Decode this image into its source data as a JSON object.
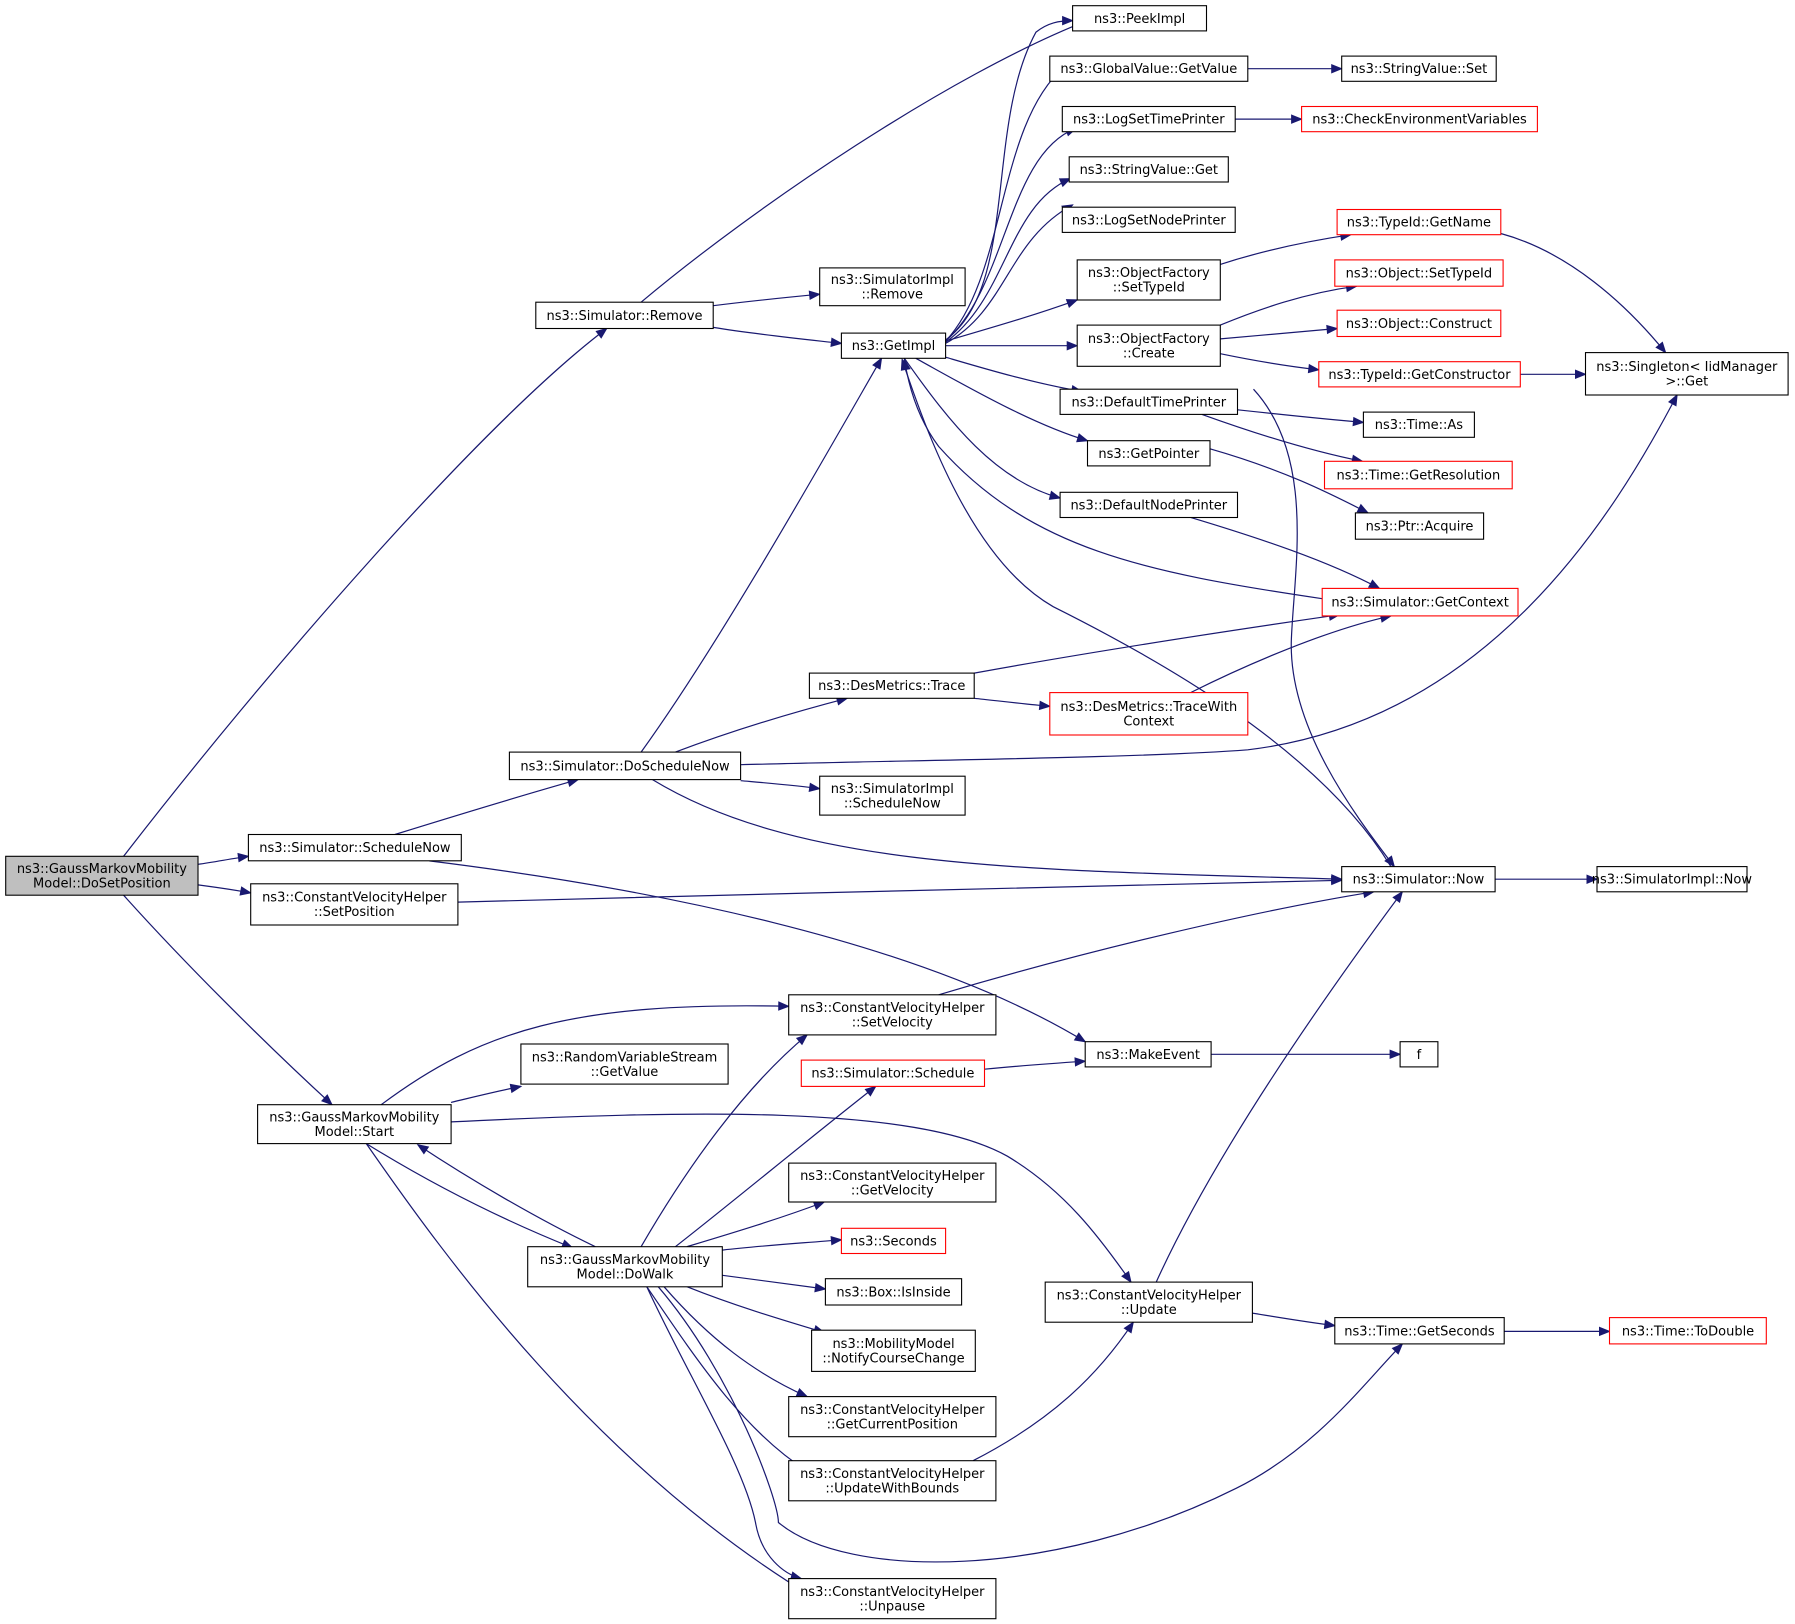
{
  "diagram": {
    "type": "call-graph",
    "colors": {
      "edge": "#191970",
      "node_border": "#000000",
      "truncated_border": "#ff0000",
      "root_fill": "#bfbfbf",
      "background": "#ffffff"
    },
    "nodes": [
      {
        "id": "root",
        "lines": [
          "ns3::GaussMarkovMobility",
          "Model::DoSetPosition"
        ],
        "root": true
      },
      {
        "id": "sim_remove",
        "lines": [
          "ns3::Simulator::Remove"
        ]
      },
      {
        "id": "sim_schedulenow",
        "lines": [
          "ns3::Simulator::ScheduleNow"
        ]
      },
      {
        "id": "cvh_setposition",
        "lines": [
          "ns3::ConstantVelocityHelper",
          "::SetPosition"
        ]
      },
      {
        "id": "gm_start",
        "lines": [
          "ns3::GaussMarkovMobility",
          "Model::Start"
        ]
      },
      {
        "id": "sim_doschedulenow",
        "lines": [
          "ns3::Simulator::DoScheduleNow"
        ]
      },
      {
        "id": "gm_dowalk",
        "lines": [
          "ns3::GaussMarkovMobility",
          "Model::DoWalk"
        ]
      },
      {
        "id": "rvs_getvalue",
        "lines": [
          "ns3::RandomVariableStream",
          "::GetValue"
        ]
      },
      {
        "id": "peekimpl",
        "lines": [
          "ns3::PeekImpl"
        ]
      },
      {
        "id": "simimpl_remove",
        "lines": [
          "ns3::SimulatorImpl",
          "::Remove"
        ]
      },
      {
        "id": "getimpl",
        "lines": [
          "ns3::GetImpl"
        ]
      },
      {
        "id": "desmetrics_trace",
        "lines": [
          "ns3::DesMetrics::Trace"
        ]
      },
      {
        "id": "simimpl_schedulenow",
        "lines": [
          "ns3::SimulatorImpl",
          "::ScheduleNow"
        ]
      },
      {
        "id": "cvh_setvelocity",
        "lines": [
          "ns3::ConstantVelocityHelper",
          "::SetVelocity"
        ]
      },
      {
        "id": "sim_schedule",
        "lines": [
          "ns3::Simulator::Schedule"
        ],
        "truncated": true
      },
      {
        "id": "cvh_getvelocity",
        "lines": [
          "ns3::ConstantVelocityHelper",
          "::GetVelocity"
        ]
      },
      {
        "id": "seconds",
        "lines": [
          "ns3::Seconds"
        ],
        "truncated": true
      },
      {
        "id": "box_isinside",
        "lines": [
          "ns3::Box::IsInside"
        ]
      },
      {
        "id": "mm_notify",
        "lines": [
          "ns3::MobilityModel",
          "::NotifyCourseChange"
        ]
      },
      {
        "id": "cvh_getcurrentposition",
        "lines": [
          "ns3::ConstantVelocityHelper",
          "::GetCurrentPosition"
        ]
      },
      {
        "id": "cvh_updatewithbounds",
        "lines": [
          "ns3::ConstantVelocityHelper",
          "::UpdateWithBounds"
        ]
      },
      {
        "id": "cvh_unpause",
        "lines": [
          "ns3::ConstantVelocityHelper",
          "::Unpause"
        ]
      },
      {
        "id": "gv_getvalue",
        "lines": [
          "ns3::GlobalValue::GetValue"
        ]
      },
      {
        "id": "logsettimeprinter",
        "lines": [
          "ns3::LogSetTimePrinter"
        ]
      },
      {
        "id": "stringvalue_get",
        "lines": [
          "ns3::StringValue::Get"
        ]
      },
      {
        "id": "logsetnodeprinter",
        "lines": [
          "ns3::LogSetNodePrinter"
        ]
      },
      {
        "id": "of_settypeid",
        "lines": [
          "ns3::ObjectFactory",
          "::SetTypeId"
        ]
      },
      {
        "id": "of_create",
        "lines": [
          "ns3::ObjectFactory",
          "::Create"
        ]
      },
      {
        "id": "defaulttimeprinter",
        "lines": [
          "ns3::DefaultTimePrinter"
        ]
      },
      {
        "id": "getpointer",
        "lines": [
          "ns3::GetPointer"
        ]
      },
      {
        "id": "defaultnodeprinter",
        "lines": [
          "ns3::DefaultNodePrinter"
        ]
      },
      {
        "id": "desmetrics_tracewithcontext",
        "lines": [
          "ns3::DesMetrics::TraceWith",
          "Context"
        ],
        "truncated": true
      },
      {
        "id": "makeevent",
        "lines": [
          "ns3::MakeEvent"
        ]
      },
      {
        "id": "cvh_update",
        "lines": [
          "ns3::ConstantVelocityHelper",
          "::Update"
        ]
      },
      {
        "id": "stringvalue_set",
        "lines": [
          "ns3::StringValue::Set"
        ]
      },
      {
        "id": "checkenv",
        "lines": [
          "ns3::CheckEnvironmentVariables"
        ],
        "truncated": true
      },
      {
        "id": "typeid_getname",
        "lines": [
          "ns3::TypeId::GetName"
        ],
        "truncated": true
      },
      {
        "id": "object_settypeid",
        "lines": [
          "ns3::Object::SetTypeId"
        ],
        "truncated": true
      },
      {
        "id": "object_construct",
        "lines": [
          "ns3::Object::Construct"
        ],
        "truncated": true
      },
      {
        "id": "typeid_getconstructor",
        "lines": [
          "ns3::TypeId::GetConstructor"
        ],
        "truncated": true
      },
      {
        "id": "time_as",
        "lines": [
          "ns3::Time::As"
        ]
      },
      {
        "id": "time_getresolution",
        "lines": [
          "ns3::Time::GetResolution"
        ],
        "truncated": true
      },
      {
        "id": "ptr_acquire",
        "lines": [
          "ns3::Ptr::Acquire"
        ]
      },
      {
        "id": "sim_getcontext",
        "lines": [
          "ns3::Simulator::GetContext"
        ],
        "truncated": true
      },
      {
        "id": "sim_now",
        "lines": [
          "ns3::Simulator::Now"
        ]
      },
      {
        "id": "f",
        "lines": [
          "f"
        ]
      },
      {
        "id": "time_getseconds",
        "lines": [
          "ns3::Time::GetSeconds"
        ]
      },
      {
        "id": "singleton_get",
        "lines": [
          "ns3::Singleton< IidManager",
          " >::Get"
        ]
      },
      {
        "id": "simimpl_now",
        "lines": [
          "ns3::SimulatorImpl::Now"
        ]
      },
      {
        "id": "time_todouble",
        "lines": [
          "ns3::Time::ToDouble"
        ],
        "truncated": true
      }
    ],
    "edges": [
      [
        "root",
        "sim_remove"
      ],
      [
        "root",
        "sim_schedulenow"
      ],
      [
        "root",
        "cvh_setposition"
      ],
      [
        "root",
        "gm_start"
      ],
      [
        "sim_remove",
        "peekimpl"
      ],
      [
        "sim_remove",
        "simimpl_remove"
      ],
      [
        "sim_remove",
        "getimpl"
      ],
      [
        "sim_schedulenow",
        "sim_doschedulenow"
      ],
      [
        "sim_schedulenow",
        "makeevent"
      ],
      [
        "cvh_setposition",
        "sim_now"
      ],
      [
        "gm_start",
        "cvh_setvelocity"
      ],
      [
        "gm_start",
        "rvs_getvalue"
      ],
      [
        "gm_start",
        "gm_dowalk"
      ],
      [
        "gm_start",
        "cvh_update"
      ],
      [
        "gm_start",
        "cvh_unpause"
      ],
      [
        "gm_dowalk",
        "gm_start"
      ],
      [
        "gm_dowalk",
        "cvh_setvelocity"
      ],
      [
        "gm_dowalk",
        "sim_schedule"
      ],
      [
        "gm_dowalk",
        "cvh_getvelocity"
      ],
      [
        "gm_dowalk",
        "seconds"
      ],
      [
        "gm_dowalk",
        "box_isinside"
      ],
      [
        "gm_dowalk",
        "mm_notify"
      ],
      [
        "gm_dowalk",
        "cvh_getcurrentposition"
      ],
      [
        "gm_dowalk",
        "cvh_updatewithbounds"
      ],
      [
        "gm_dowalk",
        "cvh_unpause"
      ],
      [
        "gm_dowalk",
        "time_getseconds"
      ],
      [
        "sim_doschedulenow",
        "getimpl"
      ],
      [
        "sim_doschedulenow",
        "desmetrics_trace"
      ],
      [
        "sim_doschedulenow",
        "simimpl_schedulenow"
      ],
      [
        "sim_doschedulenow",
        "singleton_get"
      ],
      [
        "sim_doschedulenow",
        "sim_now"
      ],
      [
        "getimpl",
        "peekimpl"
      ],
      [
        "getimpl",
        "gv_getvalue"
      ],
      [
        "getimpl",
        "logsettimeprinter"
      ],
      [
        "getimpl",
        "stringvalue_get"
      ],
      [
        "getimpl",
        "logsetnodeprinter"
      ],
      [
        "getimpl",
        "of_settypeid"
      ],
      [
        "getimpl",
        "of_create"
      ],
      [
        "getimpl",
        "defaulttimeprinter"
      ],
      [
        "getimpl",
        "getpointer"
      ],
      [
        "getimpl",
        "defaultnodeprinter"
      ],
      [
        "desmetrics_trace",
        "sim_getcontext"
      ],
      [
        "desmetrics_trace",
        "desmetrics_tracewithcontext"
      ],
      [
        "desmetrics_tracewithcontext",
        "sim_getcontext"
      ],
      [
        "sim_getcontext",
        "getimpl"
      ],
      [
        "sim_now",
        "getimpl"
      ],
      [
        "cvh_setvelocity",
        "sim_now"
      ],
      [
        "sim_schedule",
        "makeevent"
      ],
      [
        "makeevent",
        "f"
      ],
      [
        "cvh_updatewithbounds",
        "cvh_update"
      ],
      [
        "cvh_update",
        "sim_now"
      ],
      [
        "cvh_update",
        "time_getseconds"
      ],
      [
        "gv_getvalue",
        "stringvalue_set"
      ],
      [
        "logsettimeprinter",
        "checkenv"
      ],
      [
        "of_settypeid",
        "typeid_getname"
      ],
      [
        "of_create",
        "object_settypeid"
      ],
      [
        "of_create",
        "object_construct"
      ],
      [
        "of_create",
        "typeid_getconstructor"
      ],
      [
        "typeid_getname",
        "singleton_get"
      ],
      [
        "typeid_getconstructor",
        "singleton_get"
      ],
      [
        "defaulttimeprinter",
        "time_as"
      ],
      [
        "defaulttimeprinter",
        "time_getresolution"
      ],
      [
        "defaulttimeprinter",
        "sim_now"
      ],
      [
        "getpointer",
        "ptr_acquire"
      ],
      [
        "defaultnodeprinter",
        "sim_getcontext"
      ],
      [
        "sim_now",
        "simimpl_now"
      ],
      [
        "time_getseconds",
        "time_todouble"
      ]
    ]
  }
}
